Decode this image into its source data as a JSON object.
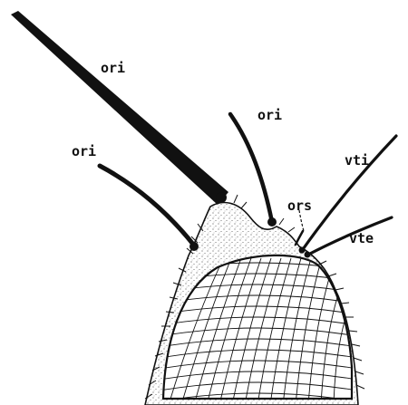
{
  "figure": {
    "labels": {
      "ori_long": "ori",
      "ori_middle": "ori",
      "ori_left": "ori",
      "ors": "ors",
      "vti": "vti",
      "vte": "vte"
    },
    "colors": {
      "ink": "#111111",
      "paper": "#ffffff"
    }
  }
}
